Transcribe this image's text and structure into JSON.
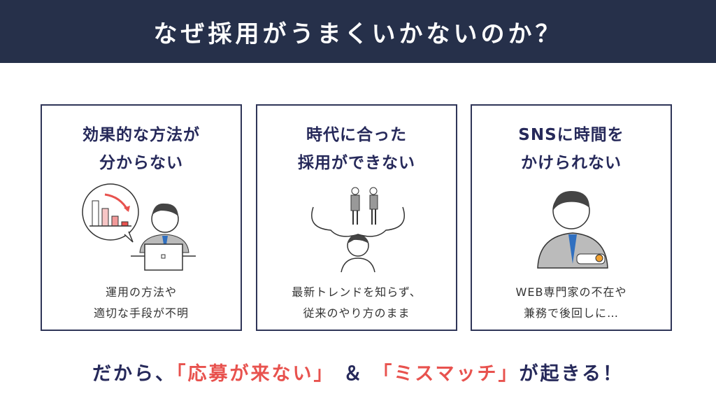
{
  "header": {
    "title": "なぜ採用がうまくいかないのか？"
  },
  "cards": [
    {
      "title_line1": "効果的な方法が",
      "title_line2": "分からない",
      "desc_line1": "運用の方法や",
      "desc_line2": "適切な手段が不明",
      "icon": "declining-chart-thinking-person-icon"
    },
    {
      "title_line1": "時代に合った",
      "title_line2": "採用ができない",
      "desc_line1": "最新トレンドを知らず、",
      "desc_line2": "従来のやり方のまま",
      "icon": "thinking-about-candidates-icon"
    },
    {
      "title_line1": "SNSに時間を",
      "title_line2": "かけられない",
      "desc_line1": "WEB専門家の不在や",
      "desc_line2": "兼務で後回しに…",
      "icon": "checking-watch-person-icon"
    }
  ],
  "conclusion": {
    "part1": "だから、",
    "part2": "「応募が来ない」",
    "part3": " ＆ ",
    "part4": "「ミスマッチ」",
    "part5": "が起きる！"
  },
  "colors": {
    "navy": "#26304a",
    "text": "#26295a",
    "accent": "#e8524e"
  }
}
